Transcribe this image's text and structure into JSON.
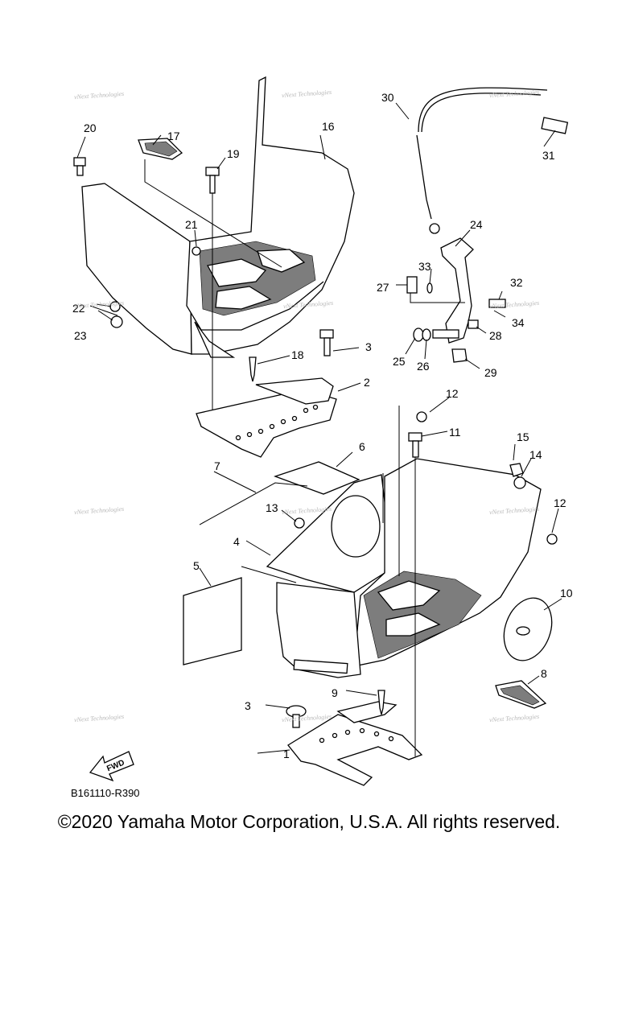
{
  "callouts": {
    "c1": "1",
    "c2": "2",
    "c3a": "3",
    "c3b": "3",
    "c4": "4",
    "c5": "5",
    "c6": "6",
    "c7": "7",
    "c8": "8",
    "c9": "9",
    "c10": "10",
    "c11": "11",
    "c12a": "12",
    "c12b": "12",
    "c13": "13",
    "c14": "14",
    "c15": "15",
    "c16": "16",
    "c17": "17",
    "c18": "18",
    "c19": "19",
    "c20": "20",
    "c21": "21",
    "c22": "22",
    "c23": "23",
    "c24": "24",
    "c25": "25",
    "c26": "26",
    "c27": "27",
    "c28": "28",
    "c29": "29",
    "c30": "30",
    "c31": "31",
    "c32": "32",
    "c33": "33",
    "c34": "34"
  },
  "watermark": "vNext Technologies",
  "fwd_arrow_label": "FWD",
  "diagram_code": "B161110-R390",
  "copyright": "©2020 Yamaha Motor Corporation, U.S.A. All rights reserved."
}
